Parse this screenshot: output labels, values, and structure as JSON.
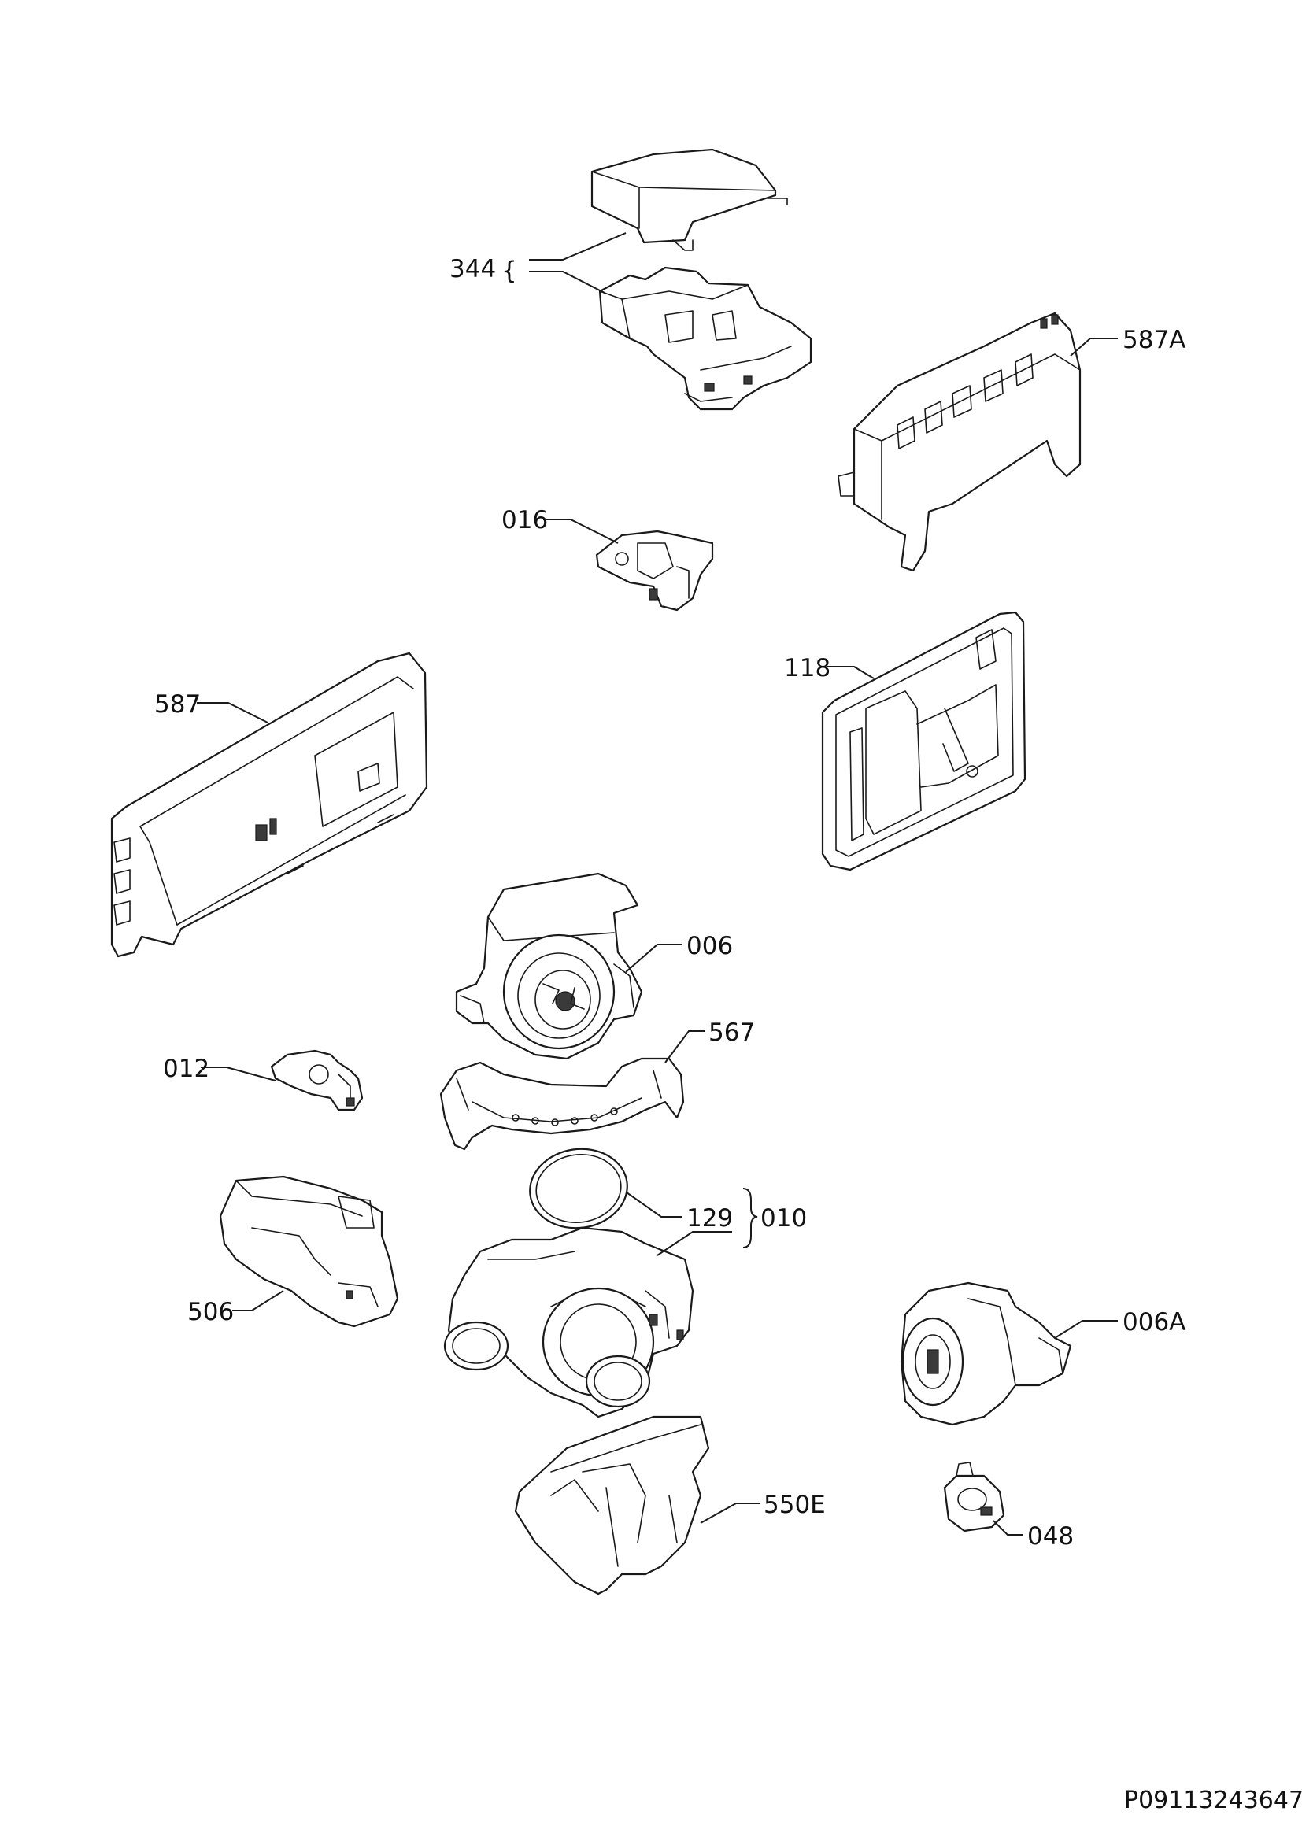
{
  "labels": {
    "344": "344",
    "587A": "587A",
    "016": "016",
    "118": "118",
    "587": "587",
    "006": "006",
    "567": "567",
    "012": "012",
    "129": "129",
    "010": "010",
    "506": "506",
    "006A": "006A",
    "550E": "550E",
    "048": "048"
  },
  "brace_open": "{",
  "document_id": "P09113243647"
}
